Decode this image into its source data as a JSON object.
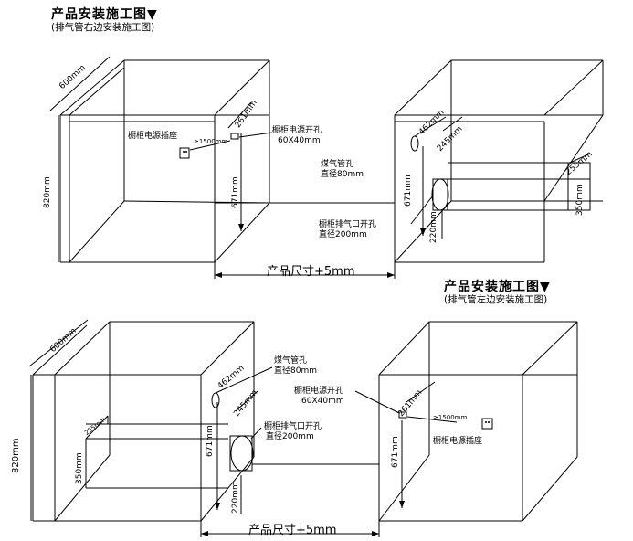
{
  "diagram_1": {
    "title": "产品安装施工图▼",
    "subtitle": "(排气管右边安装施工图)",
    "dim_600": "600mm",
    "dim_820": "820mm",
    "dim_261": "261mm",
    "dim_671_left": "671mm",
    "dim_1500": "≥1500mm",
    "socket_label": "橱柜电源插座",
    "power_hole_label": "橱柜电源开孔",
    "power_hole_size": "60X40mm",
    "dim_462": "462mm",
    "dim_245": "245mm",
    "gas_hole_label": "煤气管孔",
    "gas_hole_size": "直径80mm",
    "dim_671_right": "671mm",
    "exhaust_label": "橱柜排气口开孔",
    "exhaust_size": "直径200mm",
    "dim_220": "220mm",
    "dim_255": "255mm",
    "dim_350": "350mm",
    "product_size": "产品尺寸+5mm"
  },
  "diagram_2": {
    "title": "产品安装施工图▼",
    "subtitle": "(排气管左边安装施工图)",
    "dim_600": "600mm",
    "dim_820": "820mm",
    "dim_462": "462mm",
    "gas_hole_label": "煤气管孔",
    "gas_hole_size": "直径80mm",
    "dim_245": "245mm",
    "exhaust_label": "橱柜排气口开孔",
    "exhaust_size": "直径200mm",
    "dim_671_left": "671mm",
    "dim_255": "255mm",
    "dim_350": "350mm",
    "dim_220": "220mm",
    "power_hole_label": "橱柜电源开孔",
    "power_hole_size": "60X40mm",
    "dim_261": "261mm",
    "dim_1500": "≥1500mm",
    "socket_label": "橱柜电源插座",
    "dim_671_right": "671mm",
    "product_size": "产品尺寸+5mm"
  }
}
